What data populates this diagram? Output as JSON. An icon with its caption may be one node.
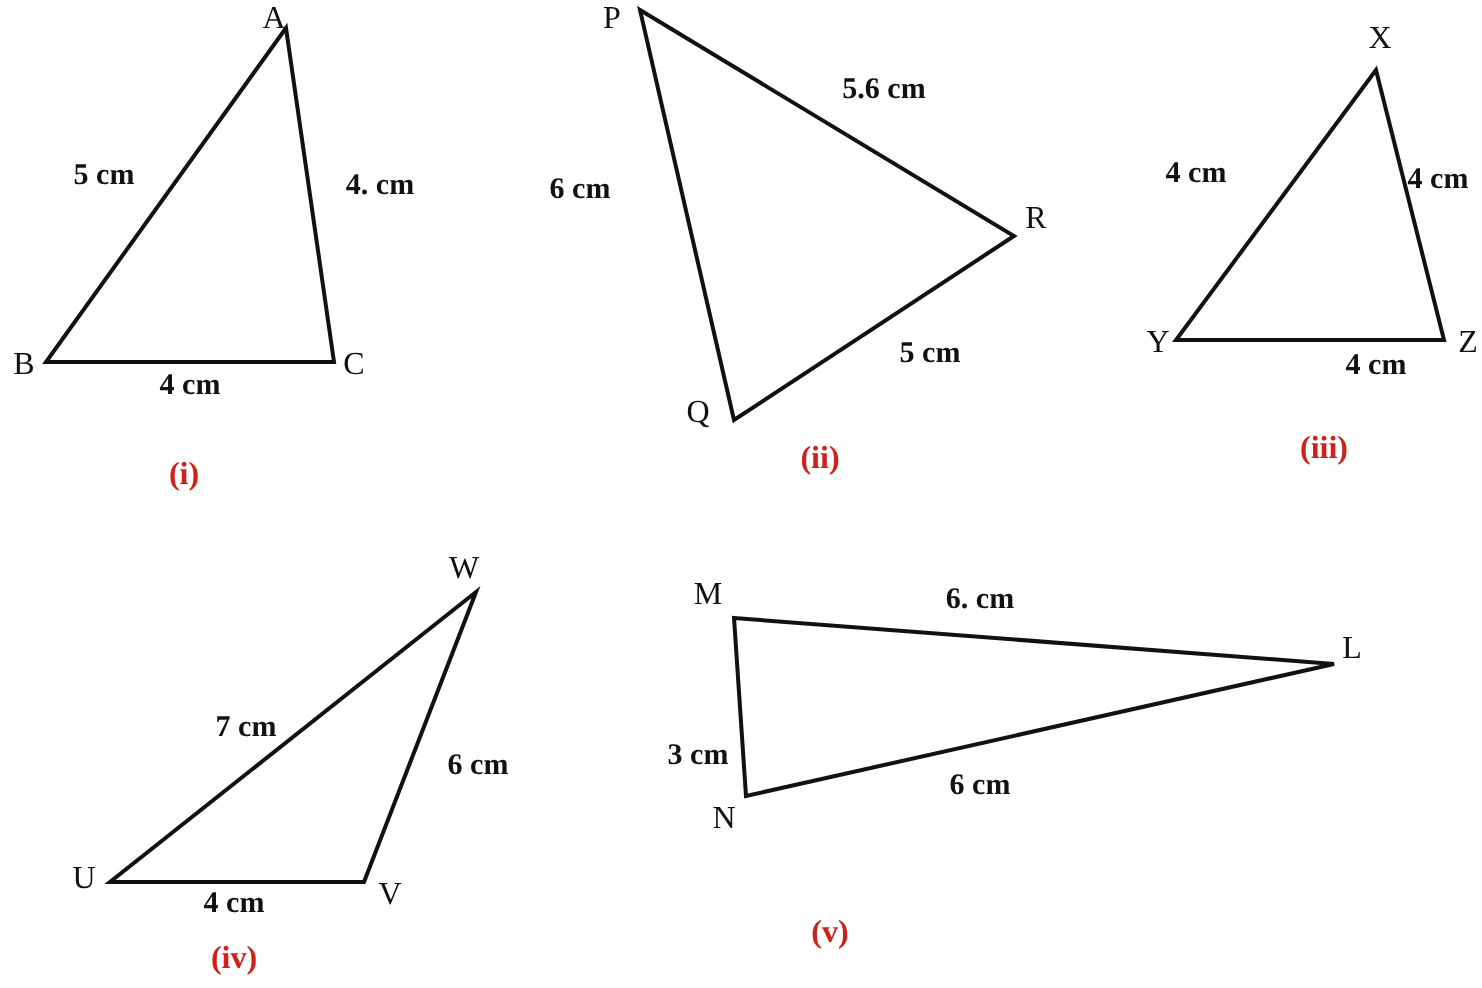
{
  "diagram": {
    "labels": [
      "A",
      "5 cm",
      "4. cm",
      "B",
      "4 cm",
      "C",
      "(i)",
      "P",
      "5.6 cm",
      "6 cm",
      "R",
      "5 cm",
      "Q",
      "(ii)",
      "X",
      "4 cm",
      "4 cm",
      "Y",
      "4 cm",
      "Z",
      "(iii)",
      "W",
      "7 cm",
      "6 cm",
      "U",
      "4 cm",
      "V",
      "(iv)",
      "M",
      "6. cm",
      "L",
      "3 cm",
      "6 cm",
      "N",
      "(v)"
    ]
  }
}
